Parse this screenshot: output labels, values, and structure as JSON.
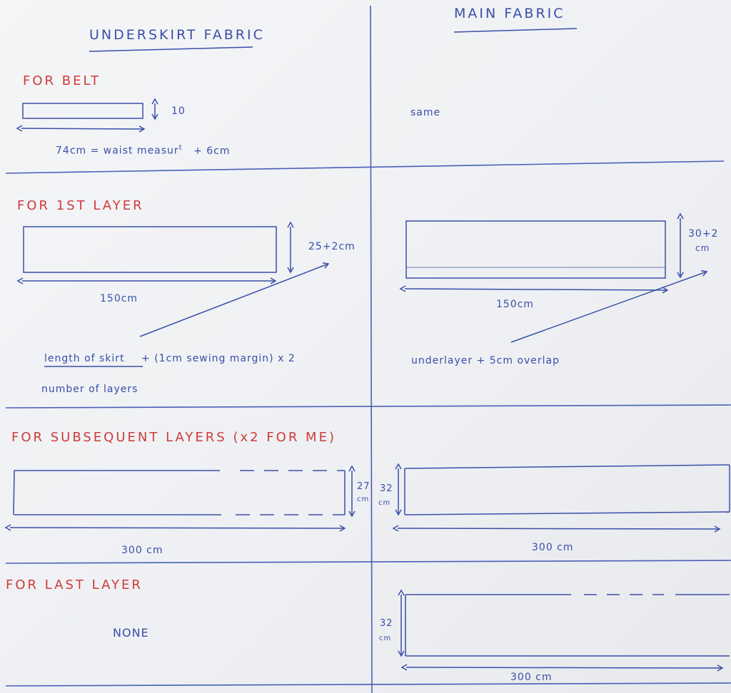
{
  "columns": {
    "left_title": "UNDERSKIRT FABRIC",
    "right_title": "MAIN FABRIC"
  },
  "belt": {
    "heading": "FOR BELT",
    "height_label": "10",
    "width_label": "74cm = waist measur",
    "width_label_sup": "t",
    "width_label_tail": "+ 6cm",
    "main_note": "same"
  },
  "first_layer": {
    "heading": "FOR 1ST LAYER",
    "under_height": "25+2cm",
    "under_width": "150cm",
    "formula_line1_underlined": "length of skirt",
    "formula_line1_rest": "+ (1cm sewing margin) x 2",
    "formula_line2": "number of layers",
    "main_height_top": "30+2",
    "main_height_unit": "cm",
    "main_width": "150cm",
    "main_note": "underlayer + 5cm overlap"
  },
  "subsequent_layers": {
    "heading": "FOR SUBSEQUENT LAYERS (x2 FOR ME)",
    "under_height": "27",
    "under_height_unit": "cm",
    "under_width": "300 cm",
    "main_height": "32",
    "main_height_unit": "cm",
    "main_width": "300 cm"
  },
  "last_layer": {
    "heading": "FOR LAST LAYER",
    "under_note": "NONE",
    "main_height": "32",
    "main_height_unit": "cm",
    "main_width": "300 cm"
  },
  "colors": {
    "ink_blue": "#3a4fa8",
    "ink_red": "#cf3b3a",
    "grid_blue": "#4a5fb8"
  }
}
